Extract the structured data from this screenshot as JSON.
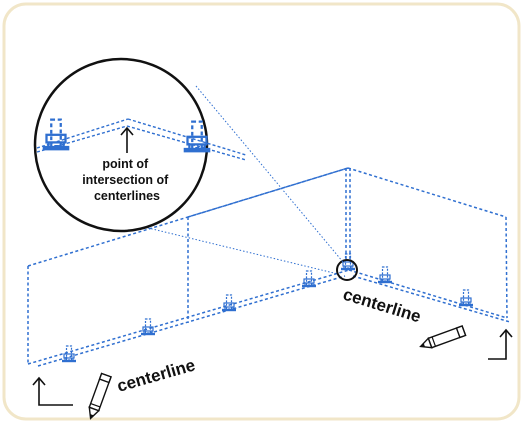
{
  "labels": {
    "callout": [
      "point of",
      "intersection of",
      "centerlines"
    ],
    "centerline_left": "centerline",
    "centerline_right": "centerline"
  },
  "colors": {
    "frame_border": "#f1e6c8",
    "dashed_blue": "#2f6fd0",
    "text": "#111111"
  }
}
